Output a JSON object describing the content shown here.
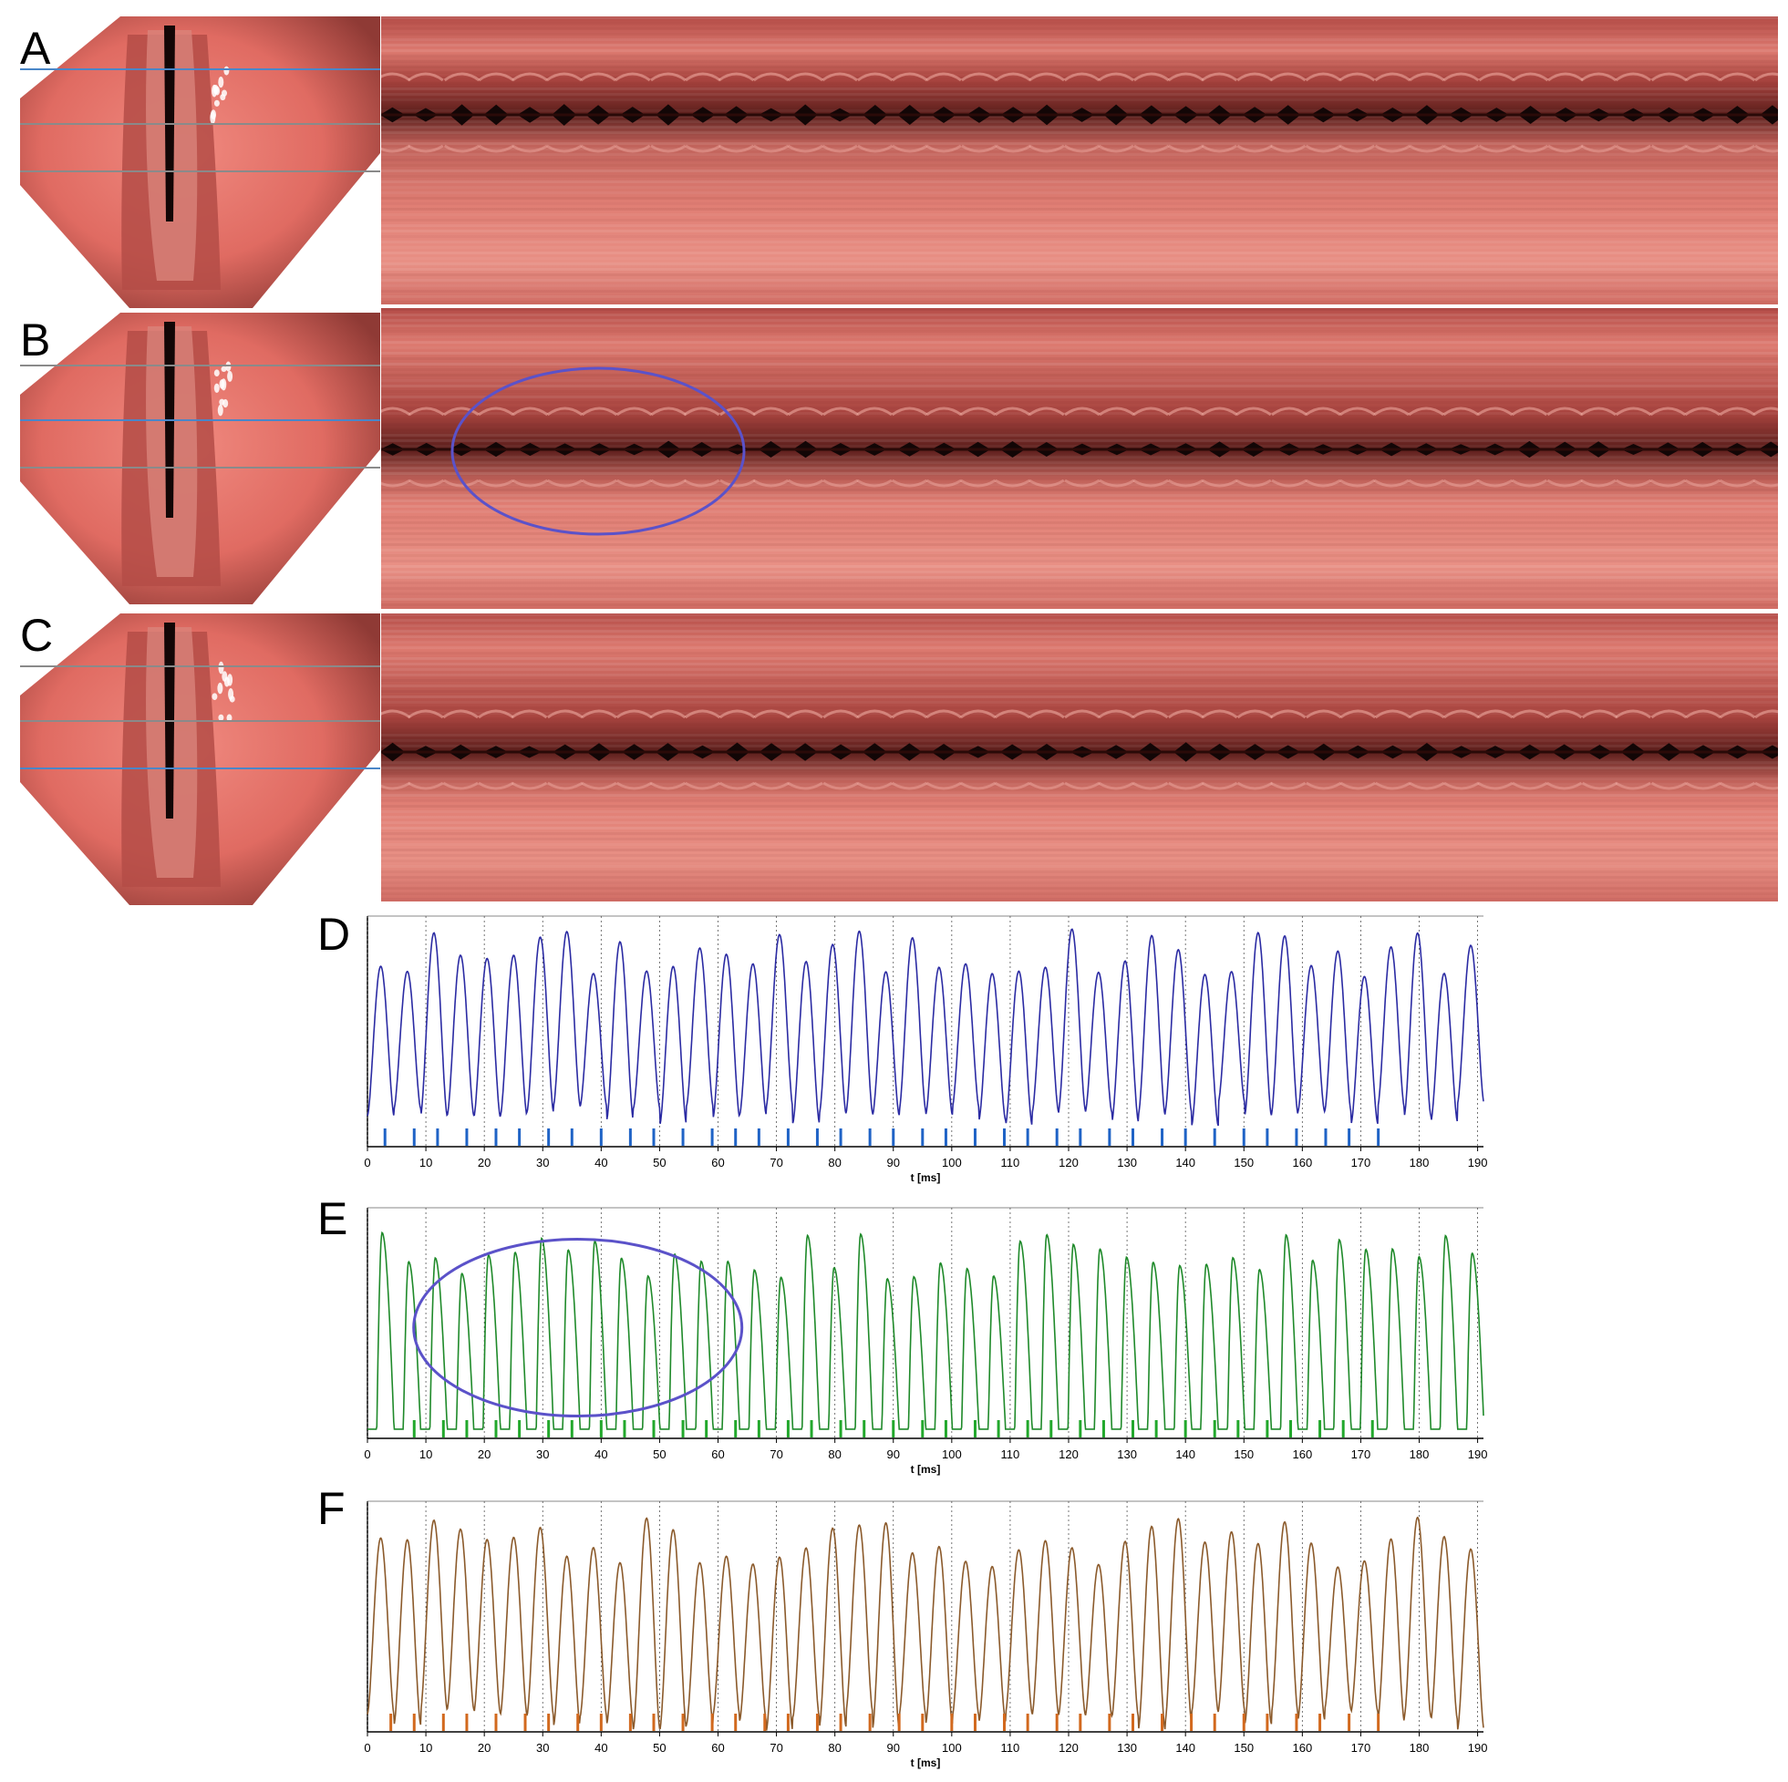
{
  "figure": {
    "panels_top": [
      {
        "letter": "A",
        "blue_line": 0
      },
      {
        "letter": "B",
        "blue_line": 1
      },
      {
        "letter": "C",
        "blue_line": 2
      }
    ],
    "colors": {
      "tissue_light": "#e8766c",
      "tissue_mid": "#c85a52",
      "tissue_dark": "#8e3b36",
      "glottis": "#120606",
      "guide_blue": "#4a86c8",
      "guide_gray": "#8a8a8a",
      "highlight_ellipse": "#5b52c9",
      "trace_D": "#2b2ba3",
      "trace_E": "#1f8a2a",
      "trace_F": "#8b5a2b",
      "marker_D": "#1f63c6",
      "marker_E": "#22a82c",
      "marker_F": "#d2691e"
    }
  },
  "chart_data": [
    {
      "panel": "D",
      "type": "line",
      "xlabel": "t [ms]",
      "xlim": [
        0,
        191
      ],
      "ylim": [
        0,
        1
      ],
      "xticks": [
        0,
        10,
        20,
        30,
        40,
        50,
        60,
        70,
        80,
        90,
        100,
        110,
        120,
        130,
        140,
        150,
        160,
        170,
        180,
        190
      ],
      "grid": true,
      "series": [
        {
          "period_ms": 4.55,
          "peak_mean": 0.84,
          "trough_mean": 0.14
        }
      ],
      "markers_ms": [
        3,
        8,
        12,
        17,
        22,
        26,
        31,
        35,
        40,
        45,
        49,
        54,
        59,
        63,
        67,
        72,
        77,
        81,
        86,
        90,
        95,
        99,
        104,
        109,
        113,
        118,
        122,
        127,
        131,
        136,
        140,
        145,
        150,
        154,
        159,
        164,
        168,
        173
      ]
    },
    {
      "panel": "E",
      "type": "line",
      "xlabel": "t [ms]",
      "xlim": [
        0,
        191
      ],
      "ylim": [
        0,
        1
      ],
      "xticks": [
        0,
        10,
        20,
        30,
        40,
        50,
        60,
        70,
        80,
        90,
        100,
        110,
        120,
        130,
        140,
        150,
        160,
        170,
        180,
        190
      ],
      "grid": true,
      "series": [
        {
          "period_ms": 4.55,
          "peak_mean": 0.8,
          "baseline": 0.04
        }
      ],
      "markers_ms": [
        8,
        13,
        17,
        22,
        26,
        31,
        35,
        40,
        44,
        49,
        54,
        58,
        63,
        67,
        72,
        76,
        81,
        85,
        90,
        95,
        99,
        104,
        108,
        113,
        117,
        122,
        126,
        131,
        135,
        140,
        145,
        149,
        154,
        158,
        163,
        167,
        172
      ],
      "annotation": "ellipse"
    },
    {
      "panel": "F",
      "type": "line",
      "xlabel": "t [ms]",
      "xlim": [
        0,
        191
      ],
      "ylim": [
        0,
        1
      ],
      "xticks": [
        0,
        10,
        20,
        30,
        40,
        50,
        60,
        70,
        80,
        90,
        100,
        110,
        120,
        130,
        140,
        150,
        160,
        170,
        180,
        190
      ],
      "grid": true,
      "series": [
        {
          "period_ms": 4.55,
          "peak_mean": 0.82,
          "trough_mean": 0.05
        }
      ],
      "markers_ms": [
        4,
        8,
        13,
        17,
        22,
        27,
        31,
        36,
        40,
        45,
        49,
        54,
        59,
        63,
        68,
        72,
        77,
        81,
        86,
        91,
        95,
        100,
        104,
        109,
        113,
        118,
        122,
        127,
        131,
        136,
        141,
        145,
        150,
        154,
        159,
        163,
        168,
        173
      ]
    }
  ]
}
